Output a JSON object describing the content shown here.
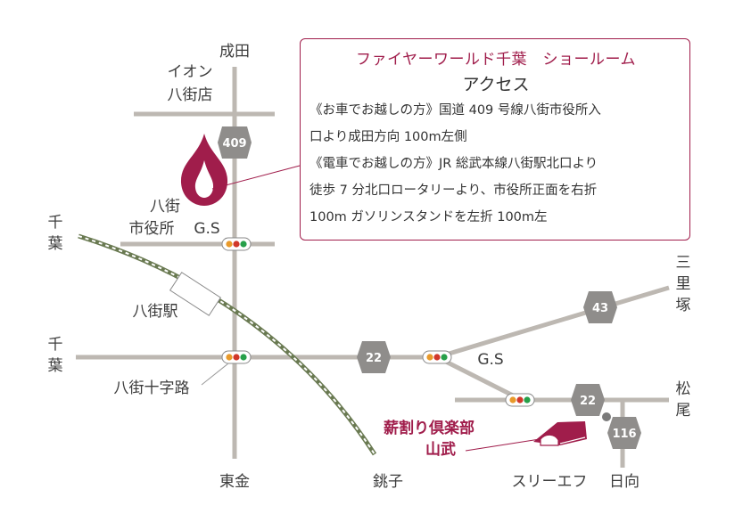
{
  "info": {
    "title": "ファイヤーワールド千葉　ショールーム",
    "subtitle": "アクセス",
    "lines": [
      "《お車でお越しの方》国道 409 号線八街市役所入",
      "口より成田方向 100m左側",
      "《電車でお越しの方》JR 総武本線八街駅北口より",
      "徒歩 7 分北口ロータリーより、市役所正面を右折",
      "100m ガソリンスタンドを左折 100m左"
    ]
  },
  "places": {
    "narita": "成田",
    "aeon_1": "イオン",
    "aeon_2": "八街店",
    "cityhall_1": "八街",
    "cityhall_2": "市役所",
    "gs_north": "G.S",
    "gs_east": "G.S",
    "chiba_upper": "千葉",
    "chiba_lower": "千葉",
    "station": "八街駅",
    "crossing": "八街十字路",
    "togane": "東金",
    "choshi": "銚子",
    "sanrizuka": "三里塚",
    "matsuo": "松尾",
    "sre": "スリーエフ",
    "hyuga": "日向",
    "club_1": "薪割り倶楽部",
    "club_2": "山武"
  },
  "routes": {
    "r409": "409",
    "r43": "43",
    "r22a": "22",
    "r22b": "22",
    "r116": "116"
  },
  "colors": {
    "accent": "#a01d4b",
    "road": "#bdb8b2",
    "shield": "#8f8d8b",
    "rail": "#6a7a52"
  }
}
